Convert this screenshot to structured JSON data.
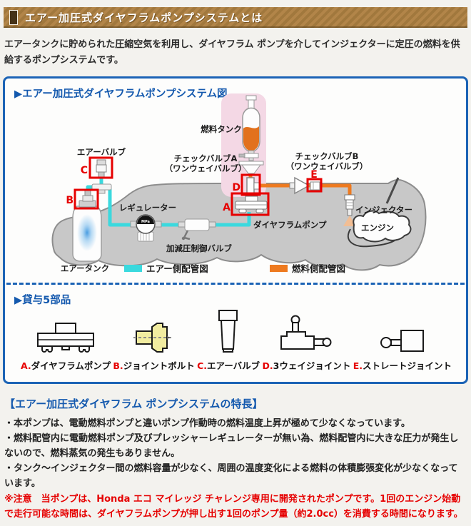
{
  "page": {
    "header_title": "エアー加圧式ダイヤフラムポンプシステムとは",
    "intro": "エアータンクに貯められた圧縮空気を利用し、ダイヤフラム ポンプを介してインジェクターに定圧の燃料を供給するポンプシステムです。"
  },
  "diagram": {
    "title": "▶エアー加圧式ダイヤフラムポンプシステム図",
    "labels": {
      "fuel_tank": "燃料タンク",
      "air_valve": "エアーバルブ",
      "check_valve_a_1": "チェックバルブA",
      "check_valve_a_2": "（ワンウェイバルブ）",
      "check_valve_b_1": "チェックバルブB",
      "check_valve_b_2": "（ワンウェイバルブ）",
      "regulator": "レギュレーター",
      "control_valve": "加減圧制御バルブ",
      "air_tank": "エアータンク",
      "diaphragm_pump": "ダイヤフラムポンプ",
      "injector": "インジェクター",
      "engine": "エンジン",
      "gauge_unit": "MPa"
    },
    "markers": {
      "a": "A",
      "b": "B",
      "c": "C",
      "d": "D",
      "e": "E"
    },
    "legend": {
      "air": "エアー側配管図",
      "fuel": "燃料側配管図"
    },
    "colors": {
      "air_pipe": "#3bd9de",
      "fuel_pipe": "#ee7a1f",
      "marker_red": "#e60000",
      "band_pink": "#f4d8e5",
      "body_gray": "#c8c8c8",
      "panel_blue": "#1b63b5"
    }
  },
  "parts": {
    "title": "▶貸与5部品",
    "items": [
      {
        "letter": "A.",
        "name": "ダイヤフラムポンプ"
      },
      {
        "letter": "B.",
        "name": "ジョイントボルト"
      },
      {
        "letter": "C.",
        "name": "エアーバルブ"
      },
      {
        "letter": "D.",
        "name": "3ウェイジョイント"
      },
      {
        "letter": "E.",
        "name": "ストレートジョイント"
      }
    ]
  },
  "features": {
    "title": "【エアー加圧式ダイヤフラム ポンプシステムの特長】",
    "bullets": [
      "・本ポンプは、電動燃料ポンプと違いポンプ作動時の燃料温度上昇が極めて少なくなっています。",
      "・燃料配管内に電動燃料ポンプ及びプレッシャーレギュレーターが無い為、燃料配管内に大きな圧力が発生しないので、燃料蒸気の発生もありません。",
      "・タンク～インジェクター間の燃料容量が少なく、周囲の温度変化による燃料の体積膨張変化が少なくなっています。"
    ],
    "note": "※注意　当ポンプは、Honda エコ マイレッジ チャレンジ専用に開発されたポンプです。1回のエンジン始動で走行可能な時間は、ダイヤフラムポンプが押し出す1回のポンプ量（約2.0cc）を消費する時間になります。"
  }
}
